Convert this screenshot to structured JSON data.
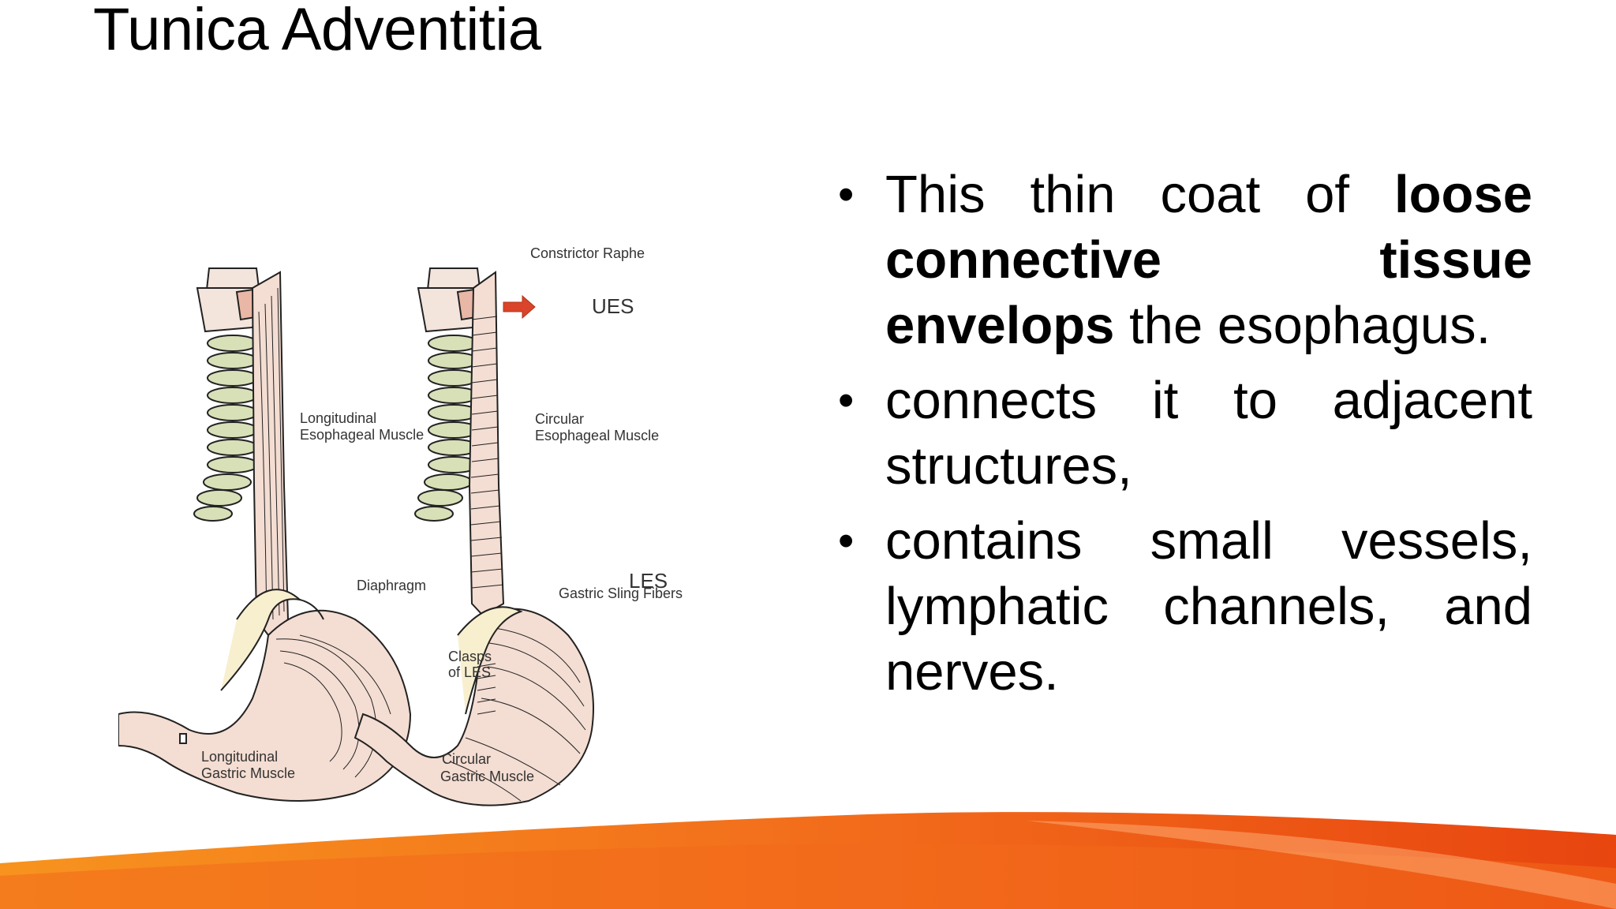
{
  "slide": {
    "title": "Tunica Adventitia",
    "bullets": [
      {
        "text_before": "This thin coat of ",
        "bold": "loose connective tissue envelops",
        "text_after": " the esophagus."
      },
      {
        "text": "connects it to adjacent structures,"
      },
      {
        "text": "contains small vessels, lymphatic channels, and nerves."
      }
    ]
  },
  "diagram": {
    "labels": {
      "constrictor_raphe": "Constrictor Raphe",
      "ues": "UES",
      "longitudinal_esophageal_1": "Longitudinal",
      "longitudinal_esophageal_2": "Esophageal Muscle",
      "circular_esophageal_1": "Circular",
      "circular_esophageal_2": "Esophageal Muscle",
      "diaphragm": "Diaphragm",
      "les": "LES",
      "gastric_sling": "Gastric Sling Fibers",
      "clasps_1": "Clasps",
      "clasps_2": "of LES",
      "longitudinal_gastric_1": "Longitudinal",
      "longitudinal_gastric_2": "Gastric Muscle",
      "circular_gastric_1": "Circular",
      "circular_gastric_2": "Gastric Muscle"
    }
  },
  "colors": {
    "vertebra": "#d8e0b8",
    "muscle": "#f4ddd2",
    "outline": "#222222",
    "arrow": "#d9442a",
    "wave_orange": "#f26a1b",
    "wave_deep": "#e8450f"
  }
}
